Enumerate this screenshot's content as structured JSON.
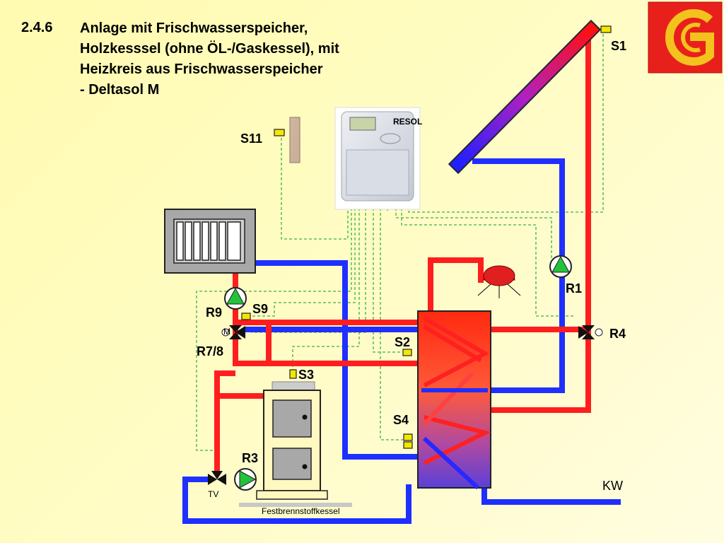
{
  "section_number": "2.4.6",
  "title_lines": [
    "Anlage mit Frischwasserspeicher,",
    "Holzkesssel (ohne ÖL-/Gaskessel), mit",
    "Heizkreis aus Frischwasserspeicher",
    "- Deltasol M"
  ],
  "controller": {
    "brand": "RESOL"
  },
  "labels": {
    "s1": "S1",
    "s2": "S2",
    "s3": "S3",
    "s4": "S4",
    "s9": "S9",
    "s11": "S11",
    "r1": "R1",
    "r3": "R3",
    "r4": "R4",
    "r9": "R9",
    "r78": "R7/8",
    "tv": "TV",
    "kw": "KW",
    "motor": "M",
    "boiler": "Festbrennstoffkessel"
  },
  "logo_icon": "g-logo-icon",
  "colors": {
    "supply": "#ff1e1e",
    "return": "#1f2fff",
    "sensor_line": "#3cb04a",
    "sensor": "#f5e600",
    "pump": "#22c33a",
    "logo_bg": "#e8201c",
    "logo_fg": "#f4c21c"
  }
}
